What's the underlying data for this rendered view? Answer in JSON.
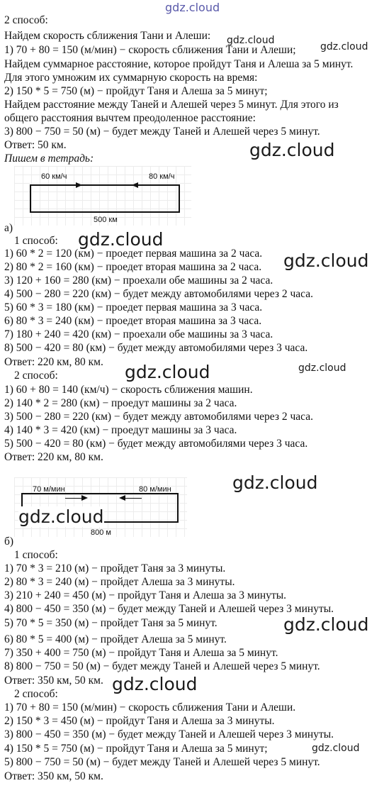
{
  "watermarks": {
    "top": "gdz.cloud",
    "w1": "gdz.cloud",
    "w2": "gdz.cloud",
    "w3": "gdz.cloud",
    "w4": "gdz.cloud",
    "w5": "gdz.cloud",
    "w6": "gdz.cloud",
    "w7": "gdz.cloud",
    "w8": "gdz.cloud",
    "w9": "gdz.cloud",
    "w10": "gdz.cloud",
    "w11": "gdz.cloud",
    "w12": "gdz.cloud"
  },
  "lines": [
    "2 способ:",
    "Найдем скорость сближения Тани и Алеши:",
    "1) 70 + 80 = 150 (м/мин) − скорость сближения Тани и Алеши;",
    "Найдем суммарное расстояние, которое пройдут Таня и Алеша за 5 минут.",
    "Для этого умножим их суммарную скорость на время:",
    "2) 150 * 5 = 750 (м) − пройдут Таня и Алеша за 5 минут;",
    "Найдем расстояние между Таней и Алешей через 5 минут. Для этого из",
    "общего расстояния вычтем преодоленное расстояние:",
    "3) 800 − 750 = 50 (м) − будет между Таней и Алешей через 5 минут.",
    "Ответ: 50 км.",
    "Пишем в тетрадь:"
  ],
  "diagram_a": {
    "left_speed": "60 км/ч",
    "right_speed": "80 км/ч",
    "distance": "500 км"
  },
  "part_a": {
    "label": "а)",
    "method1": "1 способ:",
    "m1": [
      "1) 60 * 2 = 120 (км) − проедет первая машина за 2 часа.",
      "2) 80 * 2 = 160 (км) − проедет вторая машина за 2 часа.",
      "3) 120 + 160 = 280 (км) − проехали обе машины за 2 часа.",
      "4) 500 − 280 = 220 (км) − будет между автомобилями через 2 часа.",
      "5) 60 * 3 = 180 (км) − проедет первая машина за 3 часа.",
      "6) 80 * 3 = 240 (км) − проедет вторая машина за 3 часа.",
      "7) 180 + 240 = 420 (км) − проехали обе машины за 3 часа.",
      "8) 500 − 420 = 80 (км) − будет между автомобилями через 3 часа.",
      "Ответ: 220 км, 80 км."
    ],
    "method2": "2 способ:",
    "m2": [
      "1) 60 + 80 = 140 (км/ч) − скорость сближения машин.",
      "2) 140 * 2 = 280 (км) − проедут машины за 2 часа.",
      "3) 500 − 280 = 220 (км) − будет между автомобилями через 2 часа.",
      "4) 140 * 3 = 420 (км) − проедут машины за 3 часа.",
      "5) 500 − 420 = 80 (км) − будет между автомобилями через 3 часа.",
      "Ответ: 220 км, 80 км."
    ]
  },
  "diagram_b": {
    "left_speed": "70 м/мин",
    "right_speed": "80 м/мин",
    "distance": "800 м"
  },
  "part_b": {
    "label": "б)",
    "method1": "1 способ:",
    "m1": [
      "1) 70 * 3 = 210 (м) − пройдет Таня за 3 минуты.",
      "2) 80 * 3 = 240 (м) − пройдет Алеша за 3 минуты.",
      "3) 210 + 240 = 450 (м) − пройдут Таня и Алеша за 3 минуты.",
      "4) 800 − 450 = 350 (м) − будет между Таней и Алешей через 3 минуты.",
      "5) 70 * 5 = 350 (м) − пройдет Таня за 5 минут.",
      "6) 80 * 5 = 400 (м) − пройдет Алеша за 5 минут.",
      "7) 350 + 400 = 750 (м) − пройдут Таня и Алеша за 5 минут.",
      "8) 800 − 750 = 50 (м) − будет между Таней и Алешей через 5 минут.",
      "Ответ: 350 км, 50 км."
    ],
    "method2": "2 способ:",
    "m2": [
      "1) 70 + 80 = 150 (м/мин) − скорость сближения Тани и Алеши.",
      "2) 150 * 3 = 450 (м) − пройдут Таня и Алеша за 3 минуты.",
      "3) 800 − 450 = 350 (м) − будет между Таней и Алешей через 3 минуты.",
      "4) 150 * 5 = 750 (м) − пройдут Таня и Алеша за 5 минут;",
      "5) 800 − 750 = 50 (м) − будет между Таней и Алешей через 5 минут.",
      "Ответ: 350 км, 50 км."
    ]
  }
}
